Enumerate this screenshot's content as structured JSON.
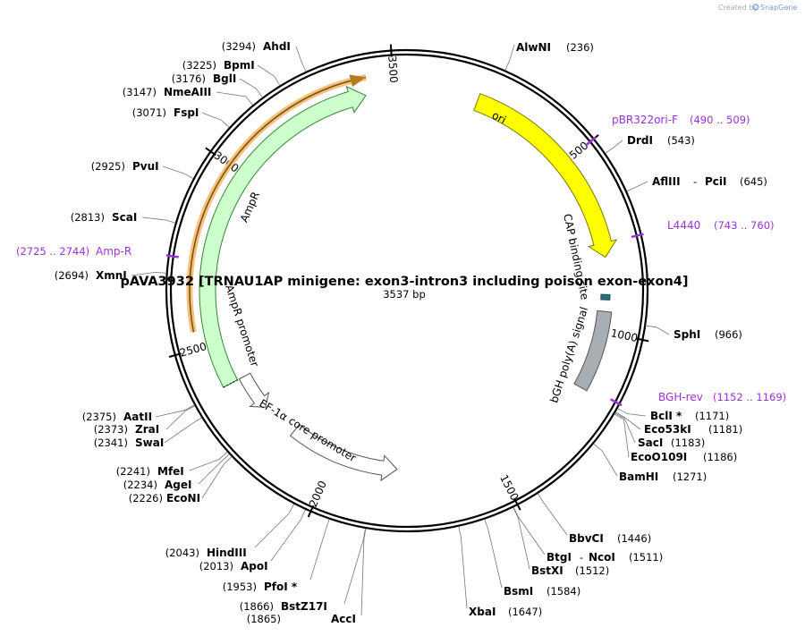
{
  "credit": {
    "prefix": "Created by",
    "brand": "SnapGene"
  },
  "plasmid": {
    "name": "pAVA3932 [TRNAU1AP minigene: exon3-intron3 including poison exon-exon4]",
    "length_label": "3537 bp",
    "length": 3537
  },
  "ruler": [
    {
      "pos": 500,
      "label": "500"
    },
    {
      "pos": 1000,
      "label": "1000"
    },
    {
      "pos": 1500,
      "label": "1500"
    },
    {
      "pos": 2000,
      "label": "2000"
    },
    {
      "pos": 2500,
      "label": "2500"
    },
    {
      "pos": 3000,
      "label": "3000"
    },
    {
      "pos": 3500,
      "label": "3500"
    }
  ],
  "features": [
    {
      "id": "ori",
      "label": "ori",
      "start": 200,
      "end": 790,
      "color": "#ffff00",
      "label_pos": 420
    },
    {
      "id": "ampr",
      "label": "AmpR",
      "start": 2380,
      "end": 3420,
      "color": "#ccffcc",
      "label_pos": 2840
    },
    {
      "id": "ampr-promoter",
      "label": "AmpR promoter",
      "start": 2265,
      "end": 2380,
      "color": "#ffffff"
    },
    {
      "id": "bgh-polya",
      "label": "bGH poly(A) signal",
      "start": 943,
      "end": 1170,
      "color": "#a9adb4"
    },
    {
      "id": "cap-site",
      "label": "CAP binding site",
      "start": 895,
      "end": 910,
      "color": "#2a6f80"
    },
    {
      "id": "ef1a",
      "label": "EF-1α core promoter",
      "start": 1800,
      "end": 2150,
      "color": "#ffffff"
    }
  ],
  "primers": [
    {
      "name": "pBR322ori-F",
      "range": "(490 .. 509)"
    },
    {
      "name": "L4440",
      "range": "(743 .. 760)"
    },
    {
      "name": "BGH-rev",
      "range": "(1152 .. 1169)"
    },
    {
      "name": "Amp-R",
      "range": "(2725 .. 2744)"
    }
  ],
  "sites": [
    {
      "name": "AlwNI",
      "pos": "(236)"
    },
    {
      "name": "DrdI",
      "pos": "(543)"
    },
    {
      "name": "AflIII",
      "pos": ""
    },
    {
      "name": "PciI",
      "pos": "(645)"
    },
    {
      "name": "SphI",
      "pos": "(966)"
    },
    {
      "name": "BclI *",
      "pos": "(1171)"
    },
    {
      "name": "Eco53kI",
      "pos": "(1181)"
    },
    {
      "name": "SacI",
      "pos": "(1183)"
    },
    {
      "name": "EcoO109I",
      "pos": "(1186)"
    },
    {
      "name": "BamHI",
      "pos": "(1271)"
    },
    {
      "name": "BbvCI",
      "pos": "(1446)"
    },
    {
      "name": "BtgI",
      "pos": ""
    },
    {
      "name": "NcoI",
      "pos": "(1511)"
    },
    {
      "name": "BstXI",
      "pos": "(1512)"
    },
    {
      "name": "BsmI",
      "pos": "(1584)"
    },
    {
      "name": "XbaI",
      "pos": "(1647)"
    },
    {
      "name": "AccI",
      "pos": "(1865)"
    },
    {
      "name": "BstZ17I",
      "pos": "(1866)"
    },
    {
      "name": "PfoI *",
      "pos": "(1953)"
    },
    {
      "name": "ApoI",
      "pos": "(2013)"
    },
    {
      "name": "HindIII",
      "pos": "(2043)"
    },
    {
      "name": "EcoNI",
      "pos": "(2226)"
    },
    {
      "name": "AgeI",
      "pos": "(2234)"
    },
    {
      "name": "MfeI",
      "pos": "(2241)"
    },
    {
      "name": "SwaI",
      "pos": "(2341)"
    },
    {
      "name": "ZraI",
      "pos": "(2373)"
    },
    {
      "name": "AatII",
      "pos": "(2375)"
    },
    {
      "name": "XmnI",
      "pos": "(2694)"
    },
    {
      "name": "ScaI",
      "pos": "(2813)"
    },
    {
      "name": "PvuI",
      "pos": "(2925)"
    },
    {
      "name": "FspI",
      "pos": "(3071)"
    },
    {
      "name": "NmeAIII",
      "pos": "(3147)"
    },
    {
      "name": "BglI",
      "pos": "(3176)"
    },
    {
      "name": "BpmI",
      "pos": "(3225)"
    },
    {
      "name": "AhdI",
      "pos": "(3294)"
    }
  ]
}
